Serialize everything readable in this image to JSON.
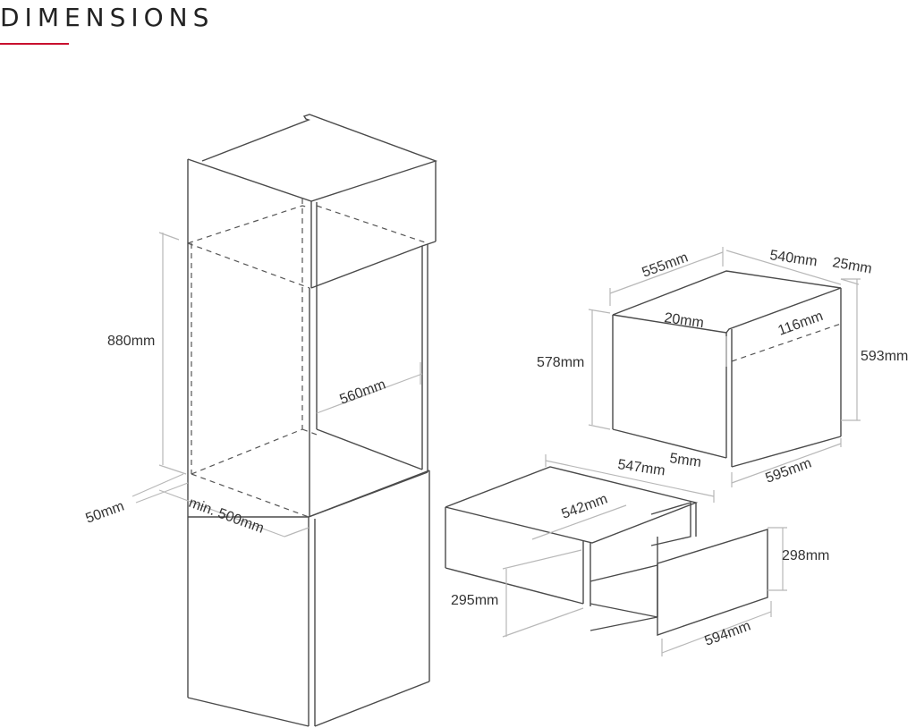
{
  "title": "DIMENSIONS",
  "colors": {
    "accent": "#c8102e",
    "line": "#4a4a4a",
    "dim_line": "#b8b8b8"
  },
  "labels": {
    "cabinet_height": "880mm",
    "cabinet_width": "560mm",
    "base_gap": "50mm",
    "cabinet_depth": "min. 500mm",
    "oven_depth_top": "555mm",
    "oven_width_top": "540mm",
    "oven_front_thickness": "25mm",
    "oven_inner_offset": "20mm",
    "oven_front_step": "116mm",
    "oven_body_height": "578mm",
    "oven_total_height": "593mm",
    "oven_bottom_offset": "5mm",
    "oven_front_width": "595mm",
    "drawer_depth": "547mm",
    "drawer_inner_width": "542mm",
    "drawer_front_height": "298mm",
    "drawer_body_height": "295mm",
    "drawer_front_width": "594mm"
  }
}
